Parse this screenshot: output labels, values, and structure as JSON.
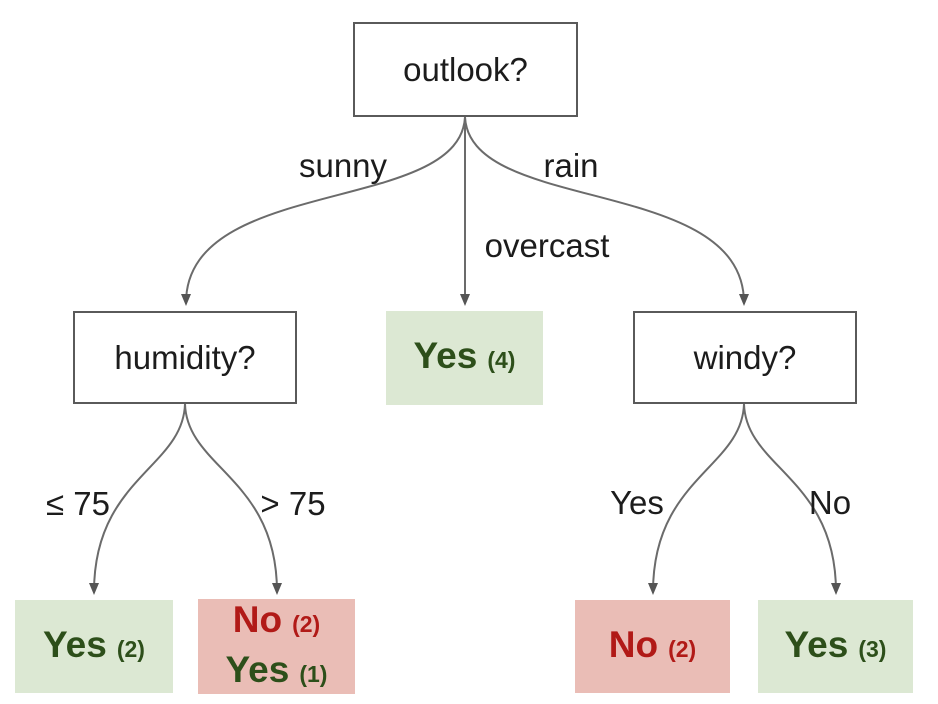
{
  "root": {
    "label": "outlook?"
  },
  "nodes": {
    "humidity": {
      "label": "humidity?"
    },
    "windy": {
      "label": "windy?"
    }
  },
  "edge_labels": {
    "sunny": "sunny",
    "rain": "rain",
    "overcast": "overcast",
    "humidity_le": "≤ 75",
    "humidity_gt": "> 75",
    "windy_yes": "Yes",
    "windy_no": "No"
  },
  "leaves": {
    "overcast": {
      "verdict": "Yes",
      "count": "(4)"
    },
    "humidity_le": {
      "verdict": "Yes",
      "count": "(2)"
    },
    "humidity_gt": {
      "line1_verdict": "No",
      "line1_count": "(2)",
      "line2_verdict": "Yes",
      "line2_count": "(1)"
    },
    "windy_yes": {
      "verdict": "No",
      "count": "(2)"
    },
    "windy_no": {
      "verdict": "Yes",
      "count": "(3)"
    }
  },
  "colors": {
    "leaf_yes_bg": "#dce8d3",
    "leaf_no_bg": "#eabdb6",
    "yes_text": "#2d4f1a",
    "no_text": "#b11a17",
    "edge": "#6b6b6b",
    "node_border": "#5a5a5a",
    "label_text": "#1c1c1c"
  }
}
